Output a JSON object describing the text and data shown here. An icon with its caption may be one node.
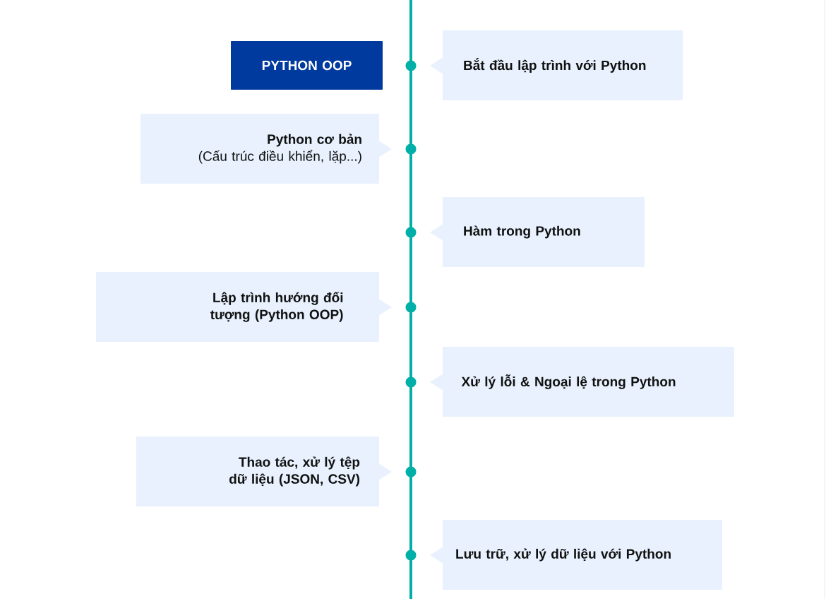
{
  "diagram": {
    "nodes": [
      {
        "text": [
          "PYTHON OOP"
        ]
      },
      {
        "text": [
          "Bắt đầu lập trình với Python"
        ]
      },
      {
        "text": [
          "Python cơ bản",
          "(Cấu trúc điều khiển, lặp...)"
        ]
      },
      {
        "text": [
          "Hàm trong Python"
        ]
      },
      {
        "text": [
          "Lập trình hướng đối tượng (Python OOP)"
        ]
      },
      {
        "text": [
          "Xử lý lỗi & Ngoại lệ trong Python"
        ]
      },
      {
        "text": [
          "Thao tác, xử lý tệp dữ liệu (JSON, CSV)"
        ]
      },
      {
        "text": [
          "Lưu trữ, xử lý dữ liệu với Python"
        ]
      }
    ]
  }
}
